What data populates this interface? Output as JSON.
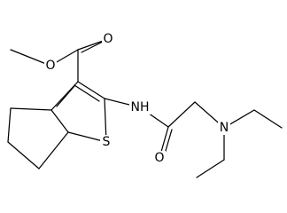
{
  "diagram": {
    "type": "chemical-structure",
    "atoms": {
      "O_methoxy": "O",
      "O_carbonyl_ester": "O",
      "N_amide": "NH",
      "S_ring": "S",
      "O_carbonyl_amide": "O",
      "N_amine": "N"
    },
    "colors": {
      "ink": "#000000",
      "background": "#ffffff"
    }
  }
}
